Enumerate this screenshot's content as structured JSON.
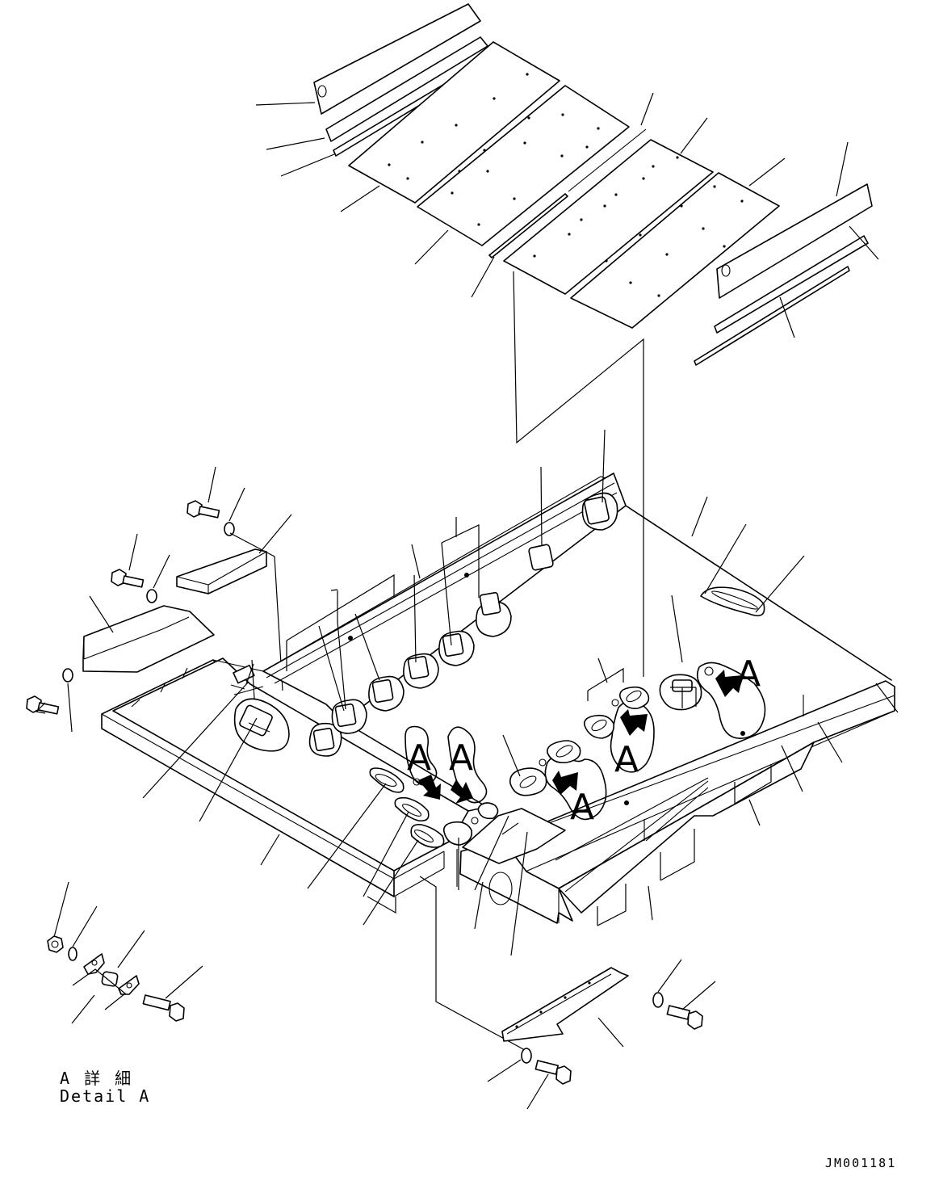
{
  "drawing": {
    "detail_callout": "A",
    "detail_title_jp": "A 詳 細",
    "detail_title_en": "Detail A",
    "drawing_number": "JM001181"
  }
}
